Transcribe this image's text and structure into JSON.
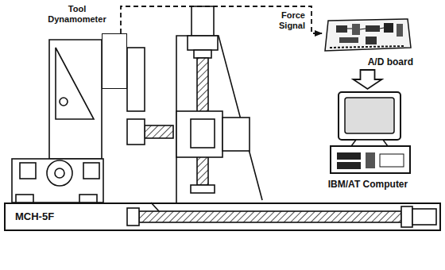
{
  "diagram": {
    "nodes": [
      {
        "text": [
          "Tool Dynamometer"
        ]
      },
      {
        "text": [
          "A/D board"
        ]
      },
      {
        "text": [
          "IBM/AT Computer"
        ]
      },
      {
        "text": [
          "MCH-5F"
        ]
      }
    ],
    "edges": [
      {
        "from": 0,
        "to": 1,
        "arrow": "to",
        "label": "Force Signal"
      },
      {
        "from": 1,
        "to": 2,
        "arrow": "to"
      }
    ]
  }
}
